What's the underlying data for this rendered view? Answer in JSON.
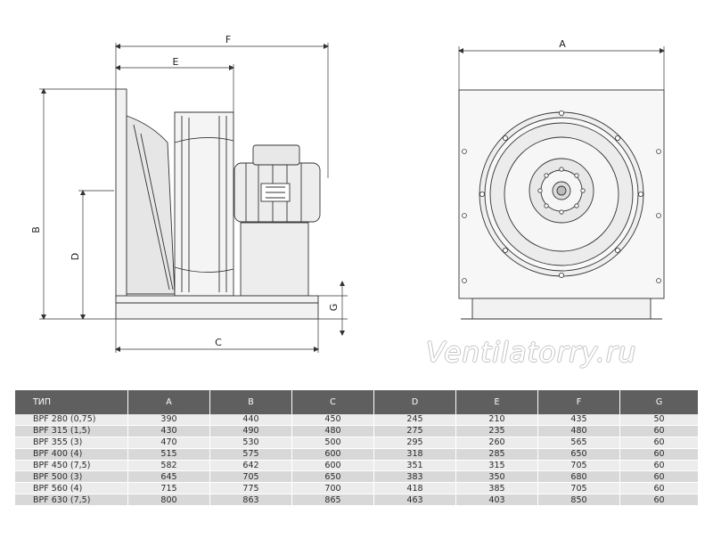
{
  "drawing": {
    "dimension_labels": {
      "A": "A",
      "B": "B",
      "C": "C",
      "D": "D",
      "E": "E",
      "F": "F",
      "G": "G"
    }
  },
  "watermark": "Ventilatorry.ru",
  "table": {
    "headers": [
      "ТИП",
      "A",
      "B",
      "C",
      "D",
      "E",
      "F",
      "G"
    ],
    "rows": [
      [
        "BPF 280 (0,75)",
        "390",
        "440",
        "450",
        "245",
        "210",
        "435",
        "50"
      ],
      [
        "BPF 315 (1,5)",
        "430",
        "490",
        "480",
        "275",
        "235",
        "480",
        "60"
      ],
      [
        "BPF 355 (3)",
        "470",
        "530",
        "500",
        "295",
        "260",
        "565",
        "60"
      ],
      [
        "BPF 400 (4)",
        "515",
        "575",
        "600",
        "318",
        "285",
        "650",
        "60"
      ],
      [
        "BPF 450 (7,5)",
        "582",
        "642",
        "600",
        "351",
        "315",
        "705",
        "60"
      ],
      [
        "BPF 500 (3)",
        "645",
        "705",
        "650",
        "383",
        "350",
        "680",
        "60"
      ],
      [
        "BPF 560 (4)",
        "715",
        "775",
        "700",
        "418",
        "385",
        "705",
        "60"
      ],
      [
        "BPF 630 (7,5)",
        "800",
        "863",
        "865",
        "463",
        "403",
        "850",
        "60"
      ]
    ]
  }
}
